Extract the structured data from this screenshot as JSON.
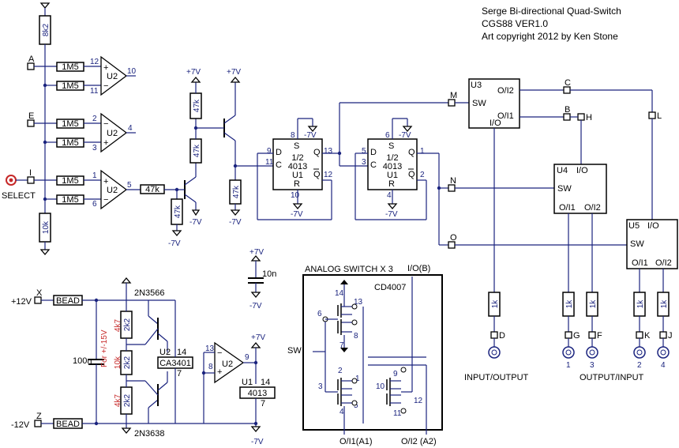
{
  "title": {
    "line1": "Serge Bi-directional Quad-Switch",
    "line2": "CGS88 VER1.0",
    "line3": "Art copyright 2012 by Ken Stone"
  },
  "inputs": {
    "a": "A",
    "e": "E",
    "i": "I",
    "select": "SELECT"
  },
  "resistors": {
    "r8k2": "8k2",
    "r1m5": "1M5",
    "r10k": "10k",
    "r47k": "47k",
    "r4k7": "4k7",
    "r2k2": "2k2",
    "r1k": "1k"
  },
  "opamps": {
    "u2": "U2",
    "pins": {
      "a": [
        "12",
        "11",
        "10"
      ],
      "b": [
        "2",
        "3",
        "4"
      ],
      "c": [
        "1",
        "6",
        "5"
      ]
    }
  },
  "supplies": {
    "p7": "+7V",
    "m7": "-7V",
    "p12": "+12V",
    "m12": "-12V"
  },
  "flipflops": {
    "half": "1/2",
    "part": "4013",
    "u1": "U1",
    "s": "S",
    "r": "R",
    "d": "D",
    "c": "C",
    "q": "Q",
    "ff1_pins": [
      "8",
      "9",
      "11",
      "10",
      "13",
      "12"
    ],
    "ff2_pins": [
      "6",
      "5",
      "3",
      "4",
      "1",
      "2"
    ]
  },
  "nodes": {
    "m": "M",
    "n": "N",
    "o": "O",
    "c": "C",
    "b": "B",
    "h": "H",
    "l": "L"
  },
  "switches": {
    "u3": "U3",
    "u4": "U4",
    "u5": "U5",
    "sw": "SW",
    "io": "I/O",
    "oi1": "O/I1",
    "oi2": "O/I2"
  },
  "outputs": {
    "d": "D",
    "g": "G",
    "f": "F",
    "k": "K",
    "j": "J",
    "n1": "1",
    "n3": "3",
    "n2": "2",
    "n4": "4",
    "input_output": "INPUT/OUTPUT",
    "output_input": "OUTPUT/INPUT"
  },
  "power": {
    "x": "X",
    "z": "Z",
    "bead": "BEAD",
    "q1": "2N3566",
    "q2": "2N3638",
    "c100n": "100n",
    "c10n": "10n",
    "note": "For +/-15V",
    "u2": "U2",
    "u2_part": "CA3401",
    "pin14": "14",
    "pin7": "7",
    "u2_pins": [
      "13",
      "8",
      "9"
    ],
    "u1": "U1",
    "u1_part": "4013"
  },
  "analog": {
    "title": "ANALOG SWITCH X 3",
    "chip": "CD4007",
    "iob": "I/O(B)",
    "sw": "SW",
    "a1": "O/I1(A1)",
    "a2": "O/I2 (A2)",
    "pins": [
      "14",
      "13",
      "6",
      "8",
      "7",
      "2",
      "1",
      "3",
      "5",
      "4",
      "9",
      "10",
      "12",
      "11"
    ]
  }
}
